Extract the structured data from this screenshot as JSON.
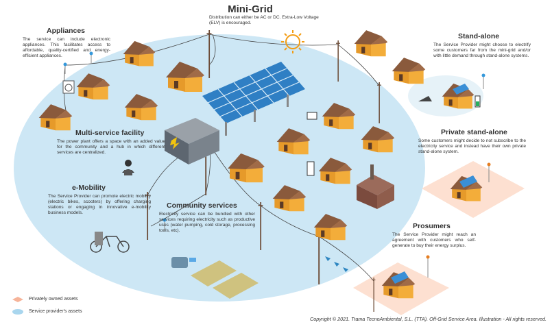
{
  "title": "Mini-Grid",
  "title_desc": "Distribution can either be AC or DC. Extra-Low Voltage (ELV) is encouraged.",
  "sections": {
    "appliances": {
      "title": "Appliances",
      "text": "The service can include electronic appliances. This facilitates access to affordable, quality-certified and energy-efficient appliances."
    },
    "multiservice": {
      "title": "Multi-service facility",
      "text": "The power plant offers a space with an added value for the community and a hub in which different services are centralized."
    },
    "emobility": {
      "title": "e-Mobility",
      "text": "The Service Provider can promote electric mobility (electric bikes, scooters) by offering charging stations or engaging in innovative e-mobility business models."
    },
    "community": {
      "title": "Community services",
      "text": "Electricity service can be bundled with other services requiring electricity such as productive uses (water pumping, cold storage, processing tools, etc)."
    },
    "standalone": {
      "title": "Stand-alone",
      "text": "The Service Provider might choose to electrify some customers far from the mini-grid and/or with little demand through stand-alone systems."
    },
    "private_standalone": {
      "title": "Private stand-alone",
      "text": "Some customers might decide to not subscribe to the electricity service and instead have their own private stand-alone system."
    },
    "prosumers": {
      "title": "Prosumers",
      "text": "The Service Provider might reach an agreement with customers who self-generate to buy their energy surplus."
    }
  },
  "legend": [
    {
      "label": "Privately owned assets",
      "color": "#f6b49a"
    },
    {
      "label": "Service provider's assets",
      "color": "#a9d6ee"
    }
  ],
  "copyright": "Copyright © 2021. Trama TecnoAmbiental, S.L. (TTA). Off-Grid Service Area. Illustration - All rights reserved.",
  "colors": {
    "provider_area": "#cfe8f6",
    "private_area": "#fde1d3",
    "house_wall": "#f0a830",
    "house_roof": "#8a5a3c",
    "panel": "#3a8fd6",
    "pole": "#6b4a35"
  }
}
